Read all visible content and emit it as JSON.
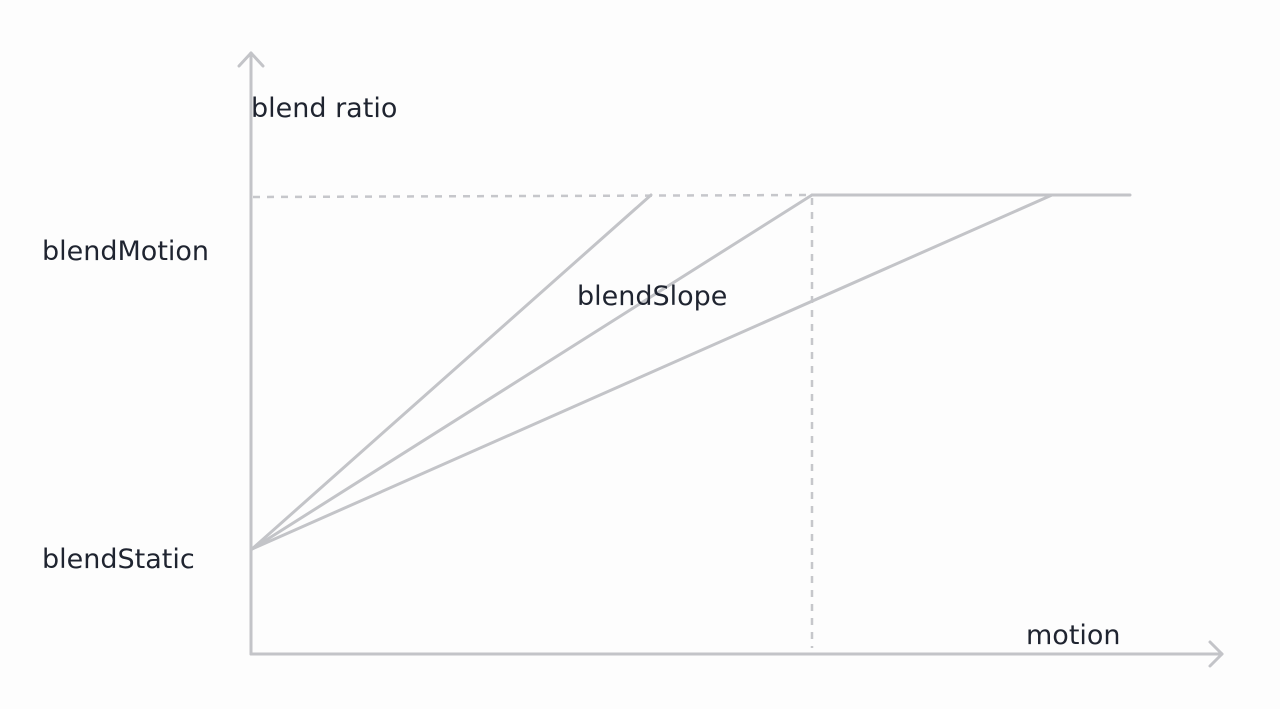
{
  "labels": {
    "y_axis": "blend ratio",
    "x_axis": "motion",
    "blend_motion": "blendMotion",
    "blend_static": "blendStatic",
    "blend_slope": "blendSlope"
  },
  "colors": {
    "line": "#c3c4c8",
    "text": "#1f2430",
    "background": "#fdfdfd"
  }
}
